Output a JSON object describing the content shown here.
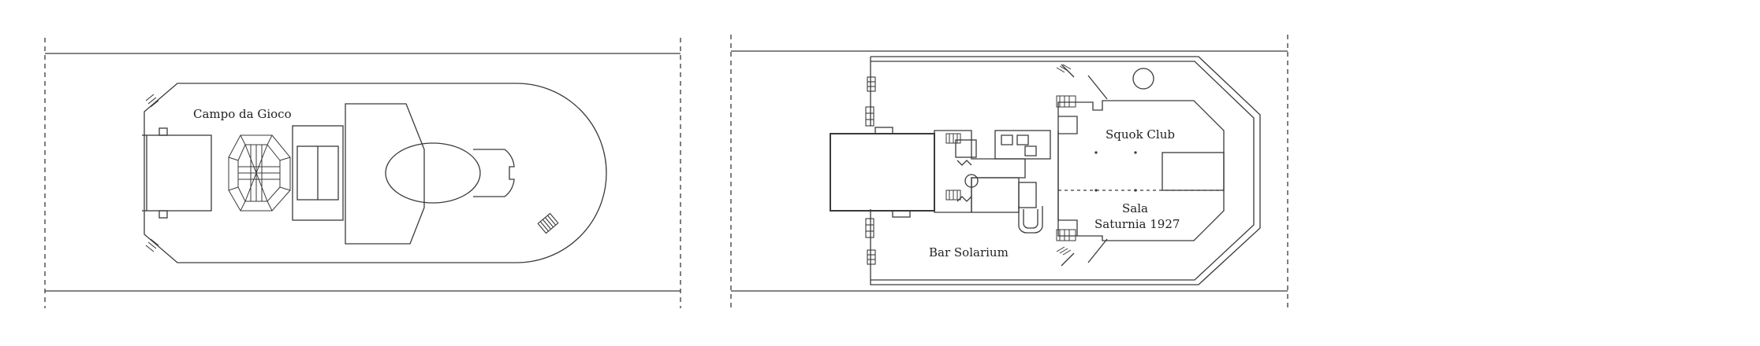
{
  "colors": {
    "line": "#3a3a3a",
    "background": "#ffffff"
  },
  "deck_left": {
    "labels": {
      "game_area": "Campo da Gioco"
    }
  },
  "deck_right": {
    "labels": {
      "squok_club": "Squok Club",
      "sala_line1": "Sala",
      "sala_line2": "Saturnia 1927",
      "bar_solarium": "Bar Solarium"
    }
  }
}
